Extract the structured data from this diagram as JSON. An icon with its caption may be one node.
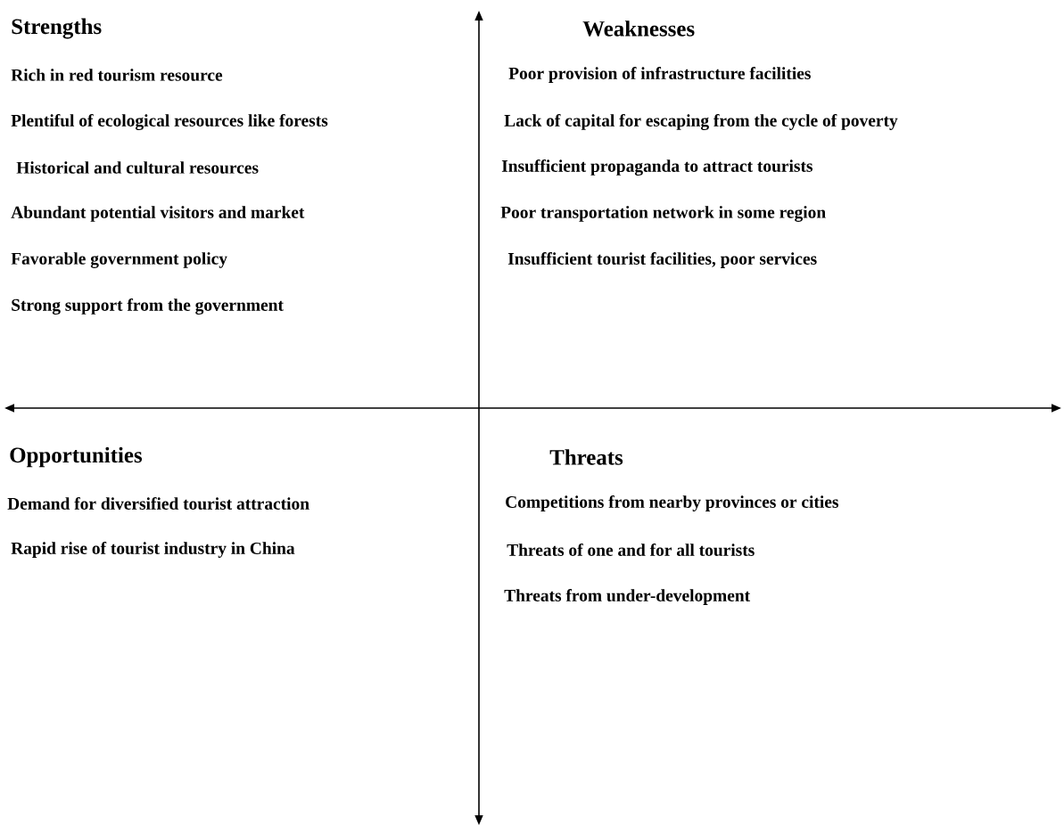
{
  "diagram": {
    "labels": [
      "Strengths",
      "Rich in red tourism resource",
      "Plentiful of ecological resources like forests",
      "Historical and cultural resources",
      "Abundant potential visitors and market",
      "Favorable government policy",
      "Strong support from the government",
      "Weaknesses",
      "Poor provision of infrastructure facilities",
      "Lack of capital for escaping from the cycle of poverty",
      "Insufficient propaganda to attract tourists",
      "Poor transportation network in some region",
      "Insufficient tourist facilities, poor services",
      "Opportunities",
      "Demand for diversified tourist attraction",
      "Rapid rise of tourist industry in China",
      "Threats",
      "Competitions from nearby provinces or cities",
      "Threats of one and for all tourists",
      "Threats from under-development"
    ]
  }
}
